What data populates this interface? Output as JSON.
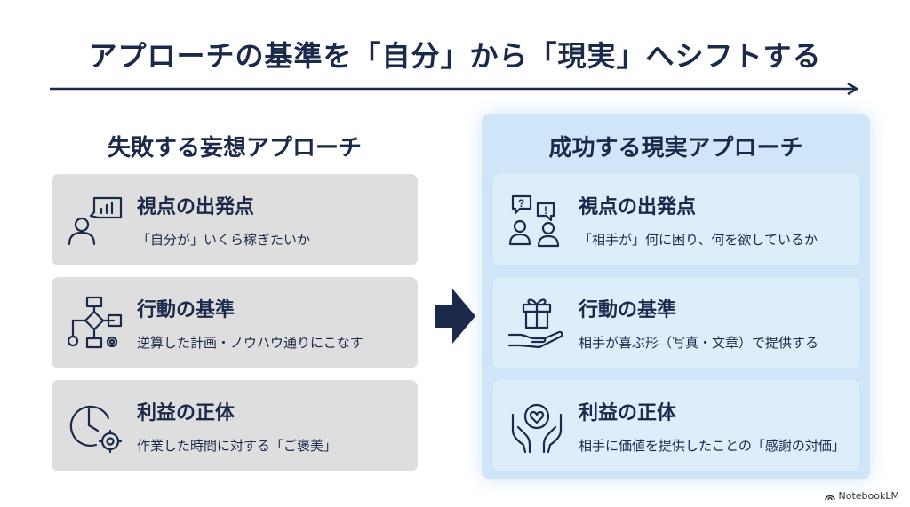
{
  "title": "アプローチの基準を「自分」から「現実」へシフトする",
  "left": {
    "heading": "失敗する妄想アプローチ",
    "cards": [
      {
        "title": "視点の出発点",
        "desc": "「自分が」いくら稼ぎたいか",
        "icon": "person-chart-icon"
      },
      {
        "title": "行動の基準",
        "desc": "逆算した計画・ノウハウ通りにこなす",
        "icon": "flowchart-icon"
      },
      {
        "title": "利益の正体",
        "desc": "作業した時間に対する「ご褒美」",
        "icon": "clock-gear-icon"
      }
    ]
  },
  "right": {
    "heading": "成功する現実アプローチ",
    "cards": [
      {
        "title": "視点の出発点",
        "desc": "「相手が」何に困り、何を欲しているか",
        "icon": "people-question-icon"
      },
      {
        "title": "行動の基準",
        "desc": "相手が喜ぶ形（写真・文章）で提供する",
        "icon": "gift-hand-icon"
      },
      {
        "title": "利益の正体",
        "desc": "相手に価値を提供したことの「感謝の対価」",
        "icon": "hands-heart-icon"
      }
    ]
  },
  "brand": "NotebookLM",
  "colors": {
    "navy": "#1b2a4a",
    "left_card": "#dedede",
    "right_panel": "#cfe6f9",
    "right_card": "#ddeefb"
  }
}
